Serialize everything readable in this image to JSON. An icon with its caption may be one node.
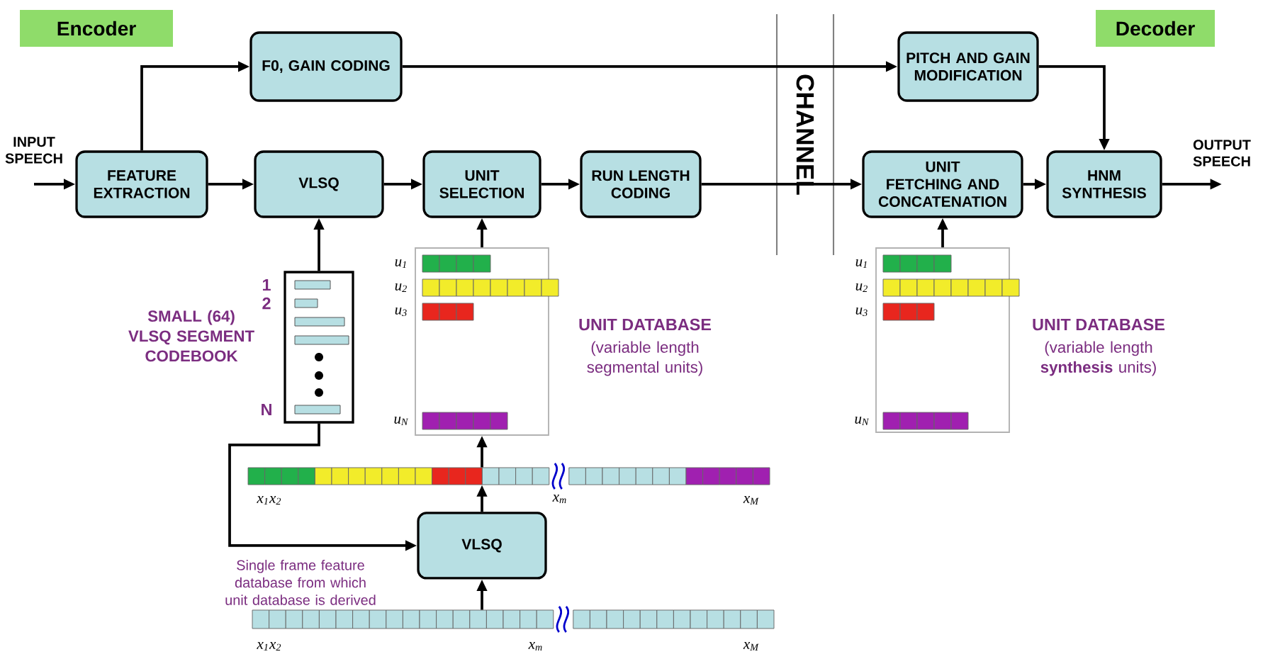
{
  "diagram": {
    "nodes": [
      {
        "text": [
          "Encoder"
        ]
      },
      {
        "text": [
          "Decoder"
        ]
      },
      {
        "text": [
          "F0, GAIN CODING"
        ]
      },
      {
        "text": [
          "FEATURE EXTRACTION"
        ]
      },
      {
        "text": [
          "VLSQ"
        ]
      },
      {
        "text": [
          "UNIT SELECTION"
        ]
      },
      {
        "text": [
          "RUN LENGTH CODING"
        ]
      },
      {
        "text": [
          "PITCH AND GAIN MODIFICATION"
        ]
      },
      {
        "text": [
          "UNIT FETCHING AND CONCATENATION"
        ]
      },
      {
        "text": [
          "HNM SYNTHESIS"
        ]
      },
      {
        "text": [],
        "shape": "box",
        "beside": [
          "SMALL (64) VLSQ SEGMENT CODEBOOK",
          "1",
          "2",
          "N"
        ]
      },
      {
        "text": [],
        "shape": "box",
        "beside": [
          "u$_{1}$",
          "u$_{2}$",
          "u$_{3}$",
          "u$_{N}$",
          "UNIT DATABASE",
          "(variable length segmental units)"
        ]
      },
      {
        "text": [],
        "shape": "box",
        "beside": [
          "u$_{1}$",
          "u$_{2}$",
          "u$_{3}$",
          "u$_{N}$",
          "UNIT DATABASE",
          "(variable length **synthesis** units)"
        ]
      },
      {
        "text": [],
        "shape": "bar",
        "beside": [
          "x$_{1}$x$_{2}$",
          "x$_{m}$",
          "x$_{M}$"
        ]
      },
      {
        "text": [
          "VLSQ"
        ]
      },
      {
        "text": [],
        "shape": "bar",
        "beside": [
          "x$_{1}$x$_{2}$",
          "x$_{m}$",
          "x$_{M}$",
          "Single frame feature database from which unit database is derived"
        ]
      },
      {
        "text": [
          "INPUT SPEECH"
        ]
      },
      {
        "text": [
          "OUTPUT SPEECH"
        ]
      }
    ],
    "edges": [
      {
        "from": 16,
        "to": 3,
        "arrow": "to"
      },
      {
        "from": 3,
        "to": 2,
        "arrow": "to"
      },
      {
        "from": 3,
        "to": 4,
        "arrow": "to"
      },
      {
        "from": 4,
        "to": 5,
        "arrow": "to"
      },
      {
        "from": 5,
        "to": 6,
        "arrow": "to"
      },
      {
        "from": 2,
        "to": 7,
        "arrow": "to"
      },
      {
        "from": 6,
        "to": 8,
        "arrow": "to"
      },
      {
        "from": 7,
        "to": 9,
        "arrow": "to"
      },
      {
        "from": 8,
        "to": 9,
        "arrow": "to"
      },
      {
        "from": 9,
        "to": 17,
        "arrow": "to"
      },
      {
        "from": 10,
        "to": 4,
        "arrow": "to"
      },
      {
        "from": 11,
        "to": 5,
        "arrow": "to"
      },
      {
        "from": 12,
        "to": 8,
        "arrow": "to"
      },
      {
        "from": 13,
        "to": 11,
        "arrow": "to"
      },
      {
        "from": 14,
        "to": 13,
        "arrow": "to"
      },
      {
        "from": 10,
        "to": 14,
        "arrow": "to"
      },
      {
        "from": 15,
        "to": 14,
        "arrow": "to"
      }
    ],
    "labels": [
      "CHANNEL"
    ]
  }
}
